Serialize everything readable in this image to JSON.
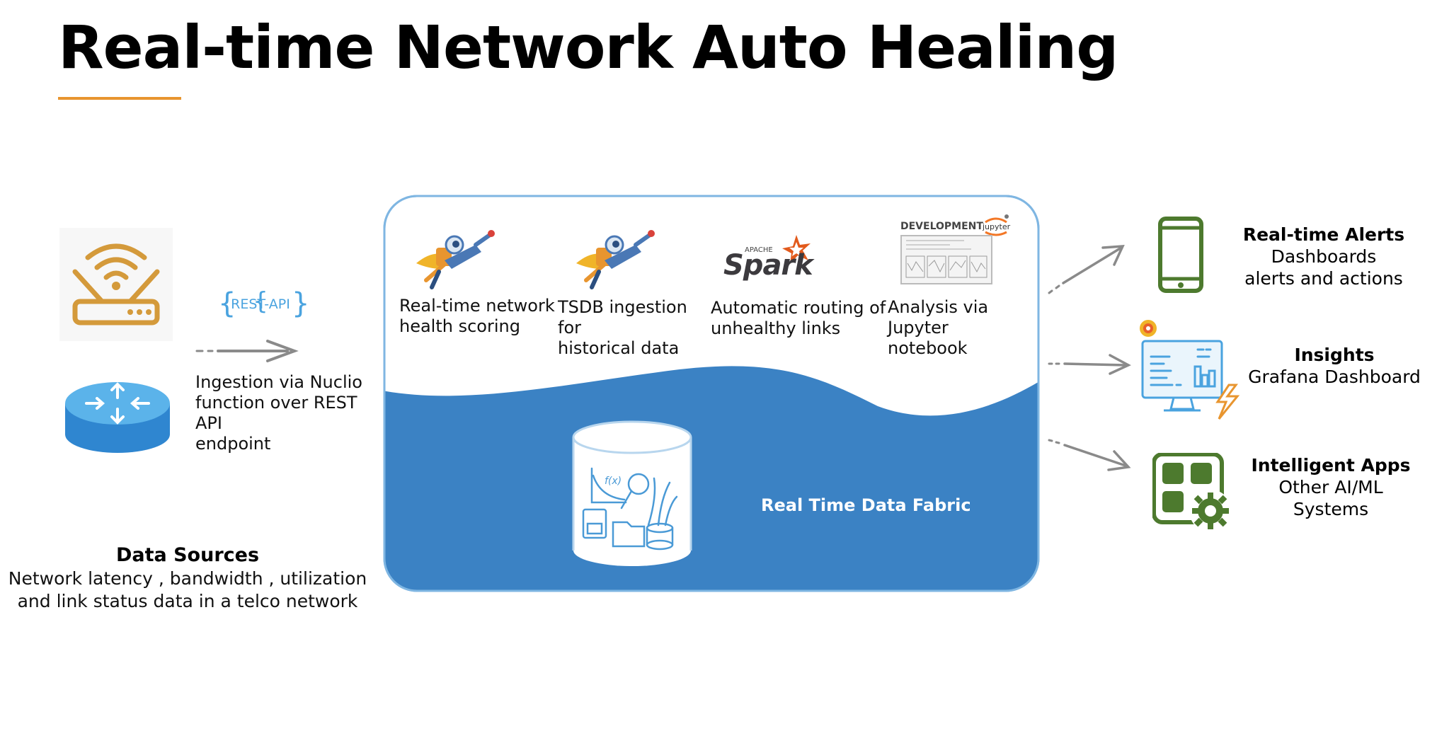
{
  "title": "Real-time Network Auto Healing",
  "colors": {
    "accent_rule": "#e8952f",
    "panel_border": "#7fb6e2",
    "fabric_blue": "#3b82c4",
    "arrow_gray": "#8a8a8a",
    "device_green": "#4d7a2e",
    "router_gold": "#d49a3b",
    "router_blue": "#4aa3df"
  },
  "data_sources": {
    "title": "Data Sources",
    "line1": "Network latency , bandwidth , utilization",
    "line2": "and link status data in a telco network",
    "icons": [
      "wifi-router-icon",
      "network-router-icon"
    ]
  },
  "ingestion": {
    "badge": "REST-API",
    "line1": "Ingestion via Nuclio",
    "line2": "function over REST API",
    "line3": "endpoint"
  },
  "processing": {
    "items": [
      {
        "icon": "nuclio-superhero-icon",
        "line1": "Real-time network",
        "line2": "health scoring"
      },
      {
        "icon": "nuclio-superhero-icon",
        "line1": "TSDB ingestion for",
        "line2": "historical data"
      },
      {
        "icon": "apache-spark-logo",
        "line1": "Automatic routing of",
        "line2": "unhealthy links",
        "logo_small": "APACHE",
        "logo_main": "Spark"
      },
      {
        "icon": "jupyter-notebook-icon",
        "line1": "Analysis via Jupyter",
        "line2": "notebook",
        "badge": "DEVELOPMENT",
        "logo": "jupyter"
      }
    ]
  },
  "fabric": {
    "label": "Real Time Data Fabric",
    "icon": "data-store-cylinder-icon"
  },
  "outputs": [
    {
      "icon": "smartphone-icon",
      "title": "Real-time Alerts",
      "line1": "Dashboards",
      "line2": "alerts and actions"
    },
    {
      "icon": "grafana-monitor-icon",
      "title": "Insights",
      "line1": "Grafana Dashboard"
    },
    {
      "icon": "apps-grid-gear-icon",
      "title": "Intelligent Apps",
      "line1": "Other AI/ML",
      "line2": "Systems"
    }
  ]
}
